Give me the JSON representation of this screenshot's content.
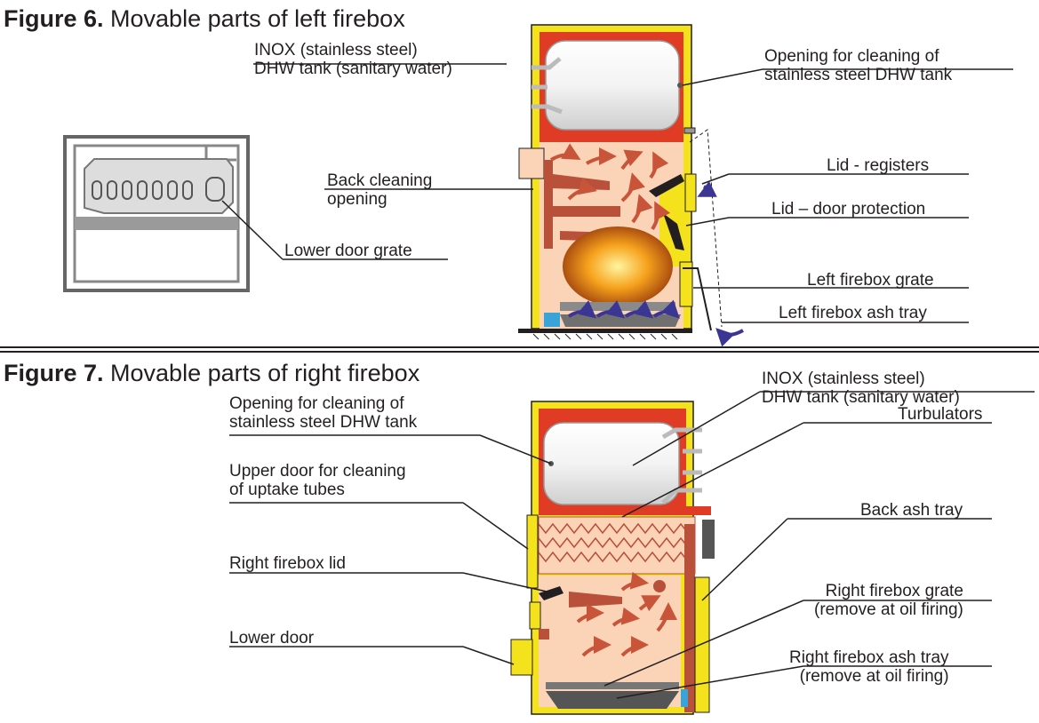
{
  "colors": {
    "jacket": "#f4e21c",
    "steel_red": "#e03b24",
    "chamber": "#fbd3b7",
    "flue_brown": "#b8503a",
    "arrow": "#c8553a",
    "blue_arrow": "#3b3593",
    "grate_gray": "#8a8a8a",
    "ash_blue": "#3aa3d8",
    "line": "#231f20"
  },
  "figure6": {
    "title_bold": "Figure 6.",
    "title_text": " Movable parts of left firebox",
    "labels": {
      "inox_1": "INOX (stainless steel)",
      "inox_2": "DHW tank (sanitary water)",
      "opening_1": "Opening for cleaning of",
      "opening_2": "stainless steel  DHW tank",
      "back_cleaning_1": "Back cleaning",
      "back_cleaning_2": "opening",
      "lid_registers": "Lid - registers",
      "lid_door": "Lid – door protection",
      "lower_door_grate": "Lower door grate",
      "grate": "Left firebox grate",
      "ash_tray": "Left firebox ash tray"
    }
  },
  "figure7": {
    "title_bold": "Figure 7.",
    "title_text": " Movable parts of right firebox",
    "labels": {
      "inox_1": "INOX (stainless steel)",
      "inox_2": "DHW tank (sanitary water)",
      "opening_1": "Opening for cleaning of",
      "opening_2": "stainless steel  DHW tank",
      "turbulators": "Turbulators",
      "upper_door_1": "Upper door for cleaning",
      "upper_door_2": "of uptake tubes",
      "back_ash_tray": "Back ash tray",
      "right_lid": "Right firebox lid",
      "grate_1": "Right firebox grate",
      "grate_2": "(remove at oil firing)",
      "lower_door": "Lower door",
      "ash_1": "Right firebox ash tray",
      "ash_2": "(remove at oil firing)"
    }
  }
}
